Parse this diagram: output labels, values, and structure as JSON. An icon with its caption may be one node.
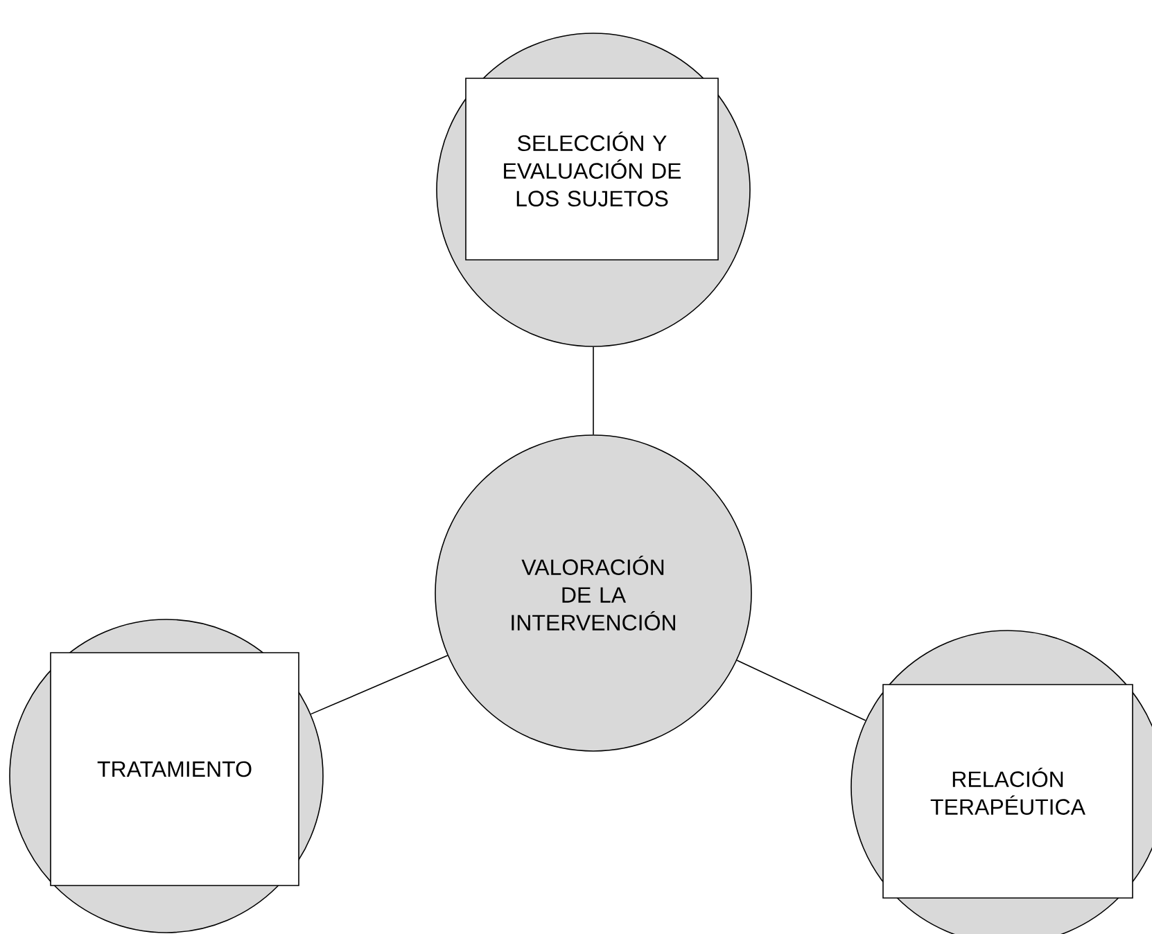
{
  "diagram": {
    "nodes": [
      {
        "text": [
          "VALORACIÓN DE LA INTERVENCIÓN"
        ]
      },
      {
        "text": [],
        "shape": "circle"
      },
      {
        "text": [
          "SELECCIÓN Y EVALUACIÓN DE LOS SUJETOS"
        ],
        "in": 1
      },
      {
        "text": [],
        "shape": "circle"
      },
      {
        "text": [
          "TRATAMIENTO"
        ],
        "in": 3
      },
      {
        "text": [],
        "shape": "circle"
      },
      {
        "text": [
          "RELACIÓN TERAPÉUTICA"
        ],
        "in": 5
      }
    ],
    "edges": [
      {
        "from": 1,
        "to": 0,
        "arrow": "none"
      },
      {
        "from": 3,
        "to": 0,
        "arrow": "none"
      },
      {
        "from": 0,
        "to": 5,
        "arrow": "none"
      }
    ]
  }
}
